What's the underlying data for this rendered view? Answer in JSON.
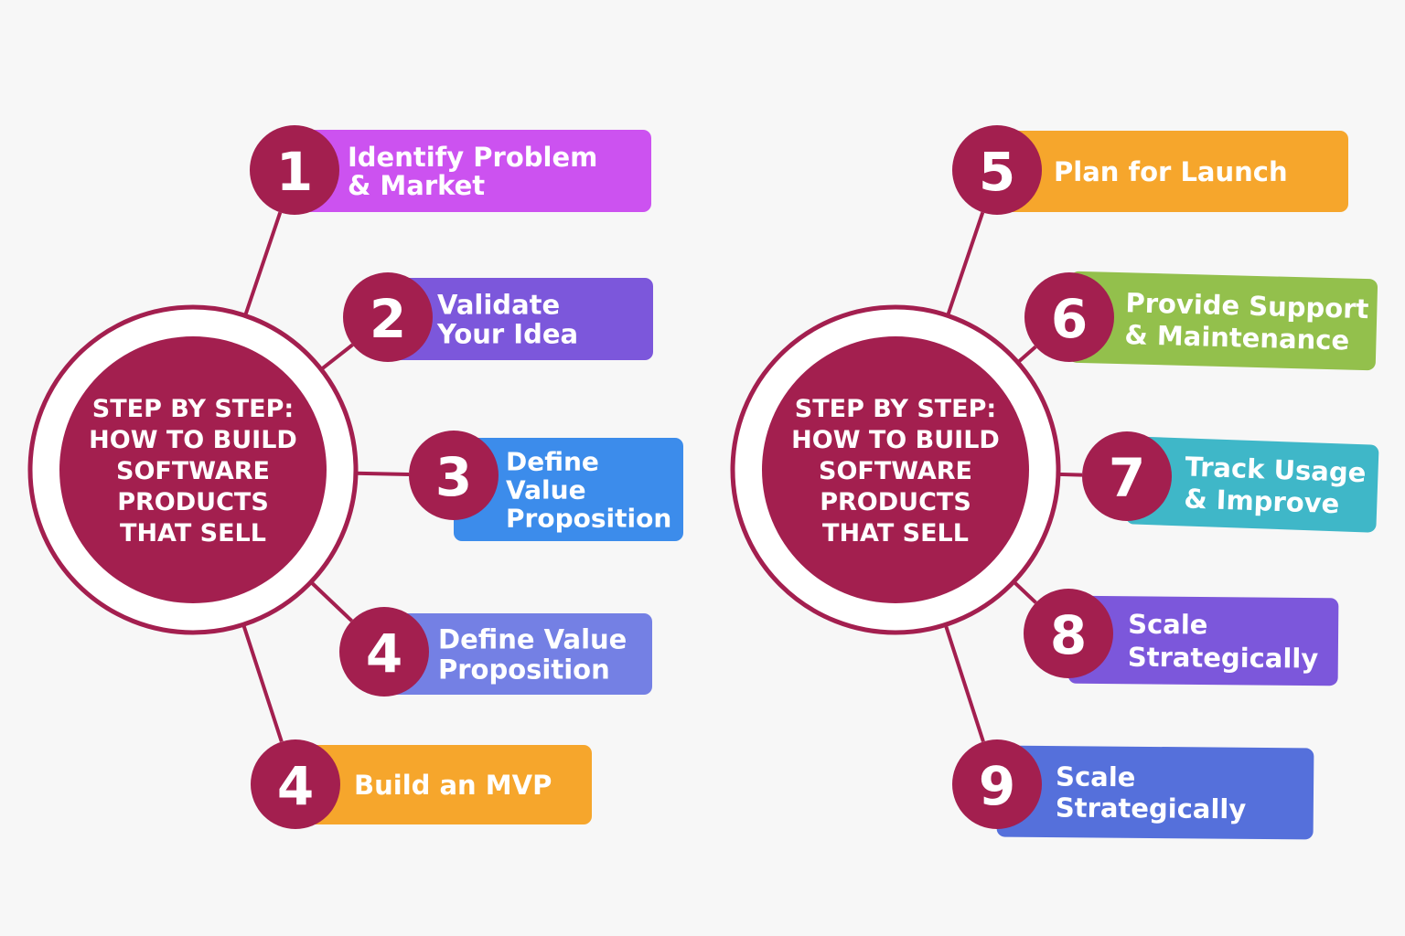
{
  "colors": {
    "hub": "#a31f4f",
    "ring": "#a31f4f",
    "background": "#f7f7f7"
  },
  "diagrams": [
    {
      "hub_title_lines": [
        "STEP BY STEP:",
        "HOW TO BUILD",
        "SOFTWARE",
        "PRODUCTS",
        "THAT SELL"
      ],
      "steps": [
        {
          "number": "1",
          "lines": [
            "Identify Problem",
            "& Market"
          ],
          "color": "#cc52f0"
        },
        {
          "number": "2",
          "lines": [
            "Validate",
            "Your Idea"
          ],
          "color": "#7c57db"
        },
        {
          "number": "3",
          "lines": [
            "Define",
            "Value",
            "Proposition"
          ],
          "color": "#3c8ceb"
        },
        {
          "number": "4",
          "lines": [
            "Define Value",
            "Proposition"
          ],
          "color": "#7480e4"
        },
        {
          "number": "4",
          "lines": [
            "Build an MVP"
          ],
          "color": "#f6a62c"
        }
      ]
    },
    {
      "hub_title_lines": [
        "STEP BY STEP:",
        "HOW TO BUILD",
        "SOFTWARE",
        "PRODUCTS",
        "THAT SELL"
      ],
      "steps": [
        {
          "number": "5",
          "lines": [
            "Plan for Launch"
          ],
          "color": "#f6a62c"
        },
        {
          "number": "6",
          "lines": [
            "Provide Support",
            "& Maintenance"
          ],
          "color": "#93c04c"
        },
        {
          "number": "7",
          "lines": [
            "Track Usage",
            "& Improve"
          ],
          "color": "#3fb7c8"
        },
        {
          "number": "8",
          "lines": [
            "Scale",
            "Strategically"
          ],
          "color": "#7c57db"
        },
        {
          "number": "9",
          "lines": [
            "Scale",
            "Strategically"
          ],
          "color": "#5570db"
        }
      ]
    }
  ]
}
